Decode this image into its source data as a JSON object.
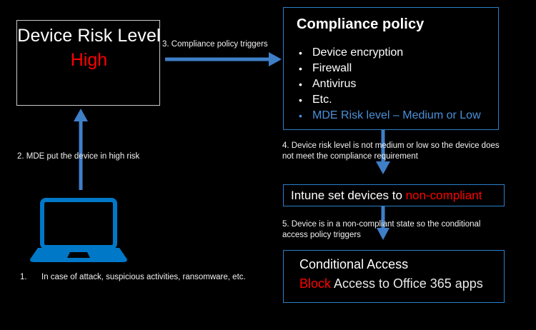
{
  "theme": {
    "background": "#000000",
    "accent_blue": "#2a7fc9",
    "arrow_blue": "#3f7fc8",
    "laptop_blue": "#0078c8",
    "danger_red": "#ff0000",
    "link_blue": "#4a90d9",
    "text_white": "#ffffff",
    "box_border_gray": "#c9c9c9"
  },
  "device_risk": {
    "title": "Device Risk Level",
    "value": "High"
  },
  "laptop": {
    "icon_name": "laptop-icon"
  },
  "steps": {
    "step1": {
      "number": "1.",
      "text": "In case of attack, suspicious activities, ransomware, etc."
    },
    "step2": {
      "text": "2. MDE put the device in high risk"
    },
    "step3": {
      "text": "3. Compliance policy triggers"
    },
    "step4": {
      "text": "4. Device risk level is not medium or low so the device does not meet the compliance requirement"
    },
    "step5": {
      "text": "5. Device is in a non-compliant state so the conditional access policy triggers"
    }
  },
  "compliance_policy": {
    "title": "Compliance policy",
    "items": [
      {
        "label": "Device encryption",
        "accent": false
      },
      {
        "label": "Firewall",
        "accent": false
      },
      {
        "label": "Antivirus",
        "accent": false
      },
      {
        "label": "Etc.",
        "accent": false
      },
      {
        "label": "MDE Risk level – Medium or Low",
        "accent": true
      }
    ]
  },
  "intune": {
    "prefix": "Intune set devices to ",
    "status": "non-compliant"
  },
  "conditional_access": {
    "title": "Conditional Access",
    "action_word": "Block",
    "action_rest": " Access to Office 365 apps"
  },
  "arrows": {
    "laptop_to_risk": "arrow-up-laptop-to-device-risk",
    "risk_to_compliance": "arrow-right-risk-to-compliance",
    "compliance_to_intune": "arrow-down-compliance-to-intune",
    "intune_to_conditional": "arrow-down-intune-to-conditional-access"
  }
}
